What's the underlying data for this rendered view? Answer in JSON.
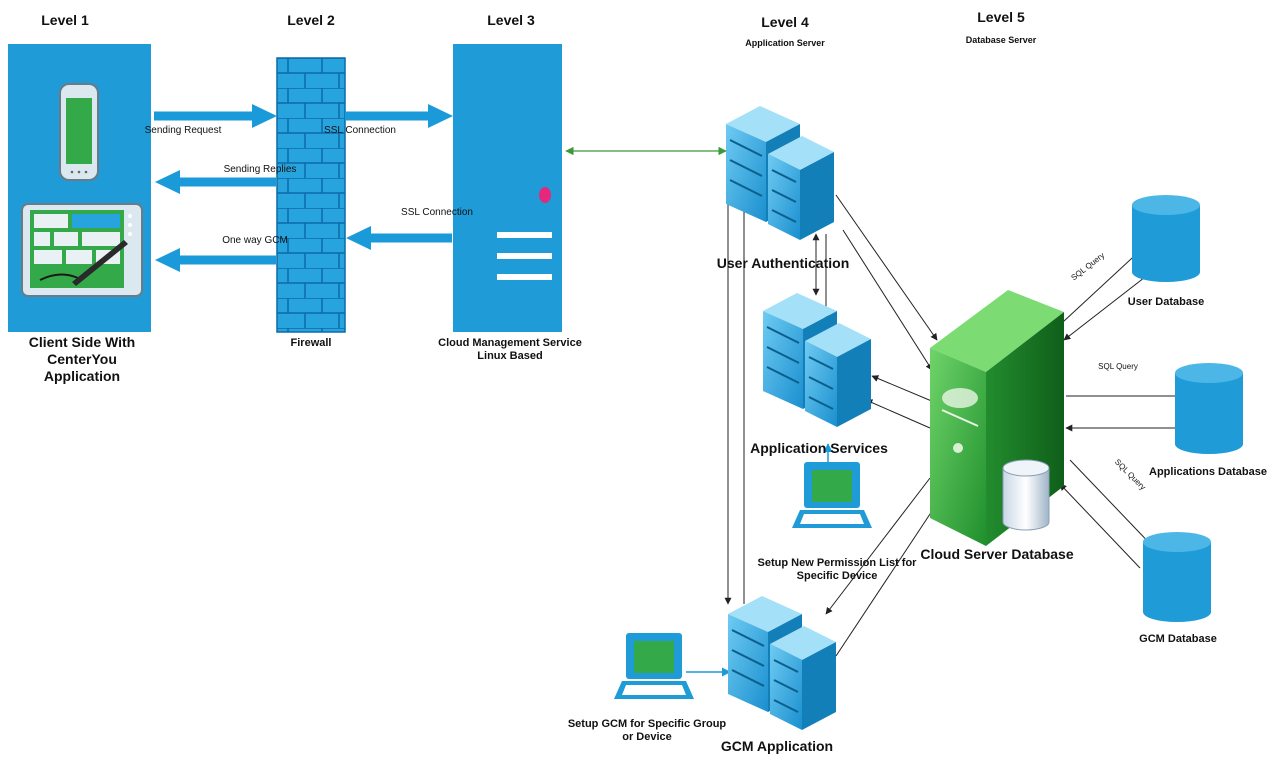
{
  "levels": [
    {
      "title": "Level 1",
      "subtitle": ""
    },
    {
      "title": "Level 2",
      "subtitle": ""
    },
    {
      "title": "Level 3",
      "subtitle": ""
    },
    {
      "title": "Level 4",
      "subtitle": "Application Server"
    },
    {
      "title": "Level 5",
      "subtitle": "Database Server"
    }
  ],
  "nodes": {
    "client": {
      "line1": "Client Side With",
      "line2": "CenterYou",
      "line3": "Application"
    },
    "firewall": {
      "label": "Firewall"
    },
    "cloud_mgmt": {
      "line1": "Cloud Management Service",
      "line2": "Linux Based"
    },
    "user_auth": {
      "label": "User Authentication"
    },
    "app_services": {
      "label": "Application Services"
    },
    "permission": {
      "line1": "Setup New Permission List for",
      "line2": "Specific Device"
    },
    "gcm_setup": {
      "line1": "Setup GCM for Specific Group",
      "line2": "or Device"
    },
    "gcm_app": {
      "label": "GCM Application"
    },
    "cloud_db": {
      "label": "Cloud Server Database"
    },
    "user_db": {
      "label": "User Database"
    },
    "apps_db": {
      "label": "Applications Database"
    },
    "gcm_db": {
      "label": "GCM Database"
    }
  },
  "edges": {
    "sending_request": "Sending Request",
    "sending_replies": "Sending Replies",
    "one_way_gcm": "One way GCM",
    "ssl_1": "SSL Connection",
    "ssl_2": "SSL Connection",
    "sql_1": "SQL Query",
    "sql_2": "SQL Query",
    "sql_3": "SQL Query"
  },
  "colors": {
    "primary_blue": "#1a9ad8",
    "server_green": "#3cb449",
    "screen_green": "#2e9e3c",
    "accent_pink": "#e4287c"
  }
}
